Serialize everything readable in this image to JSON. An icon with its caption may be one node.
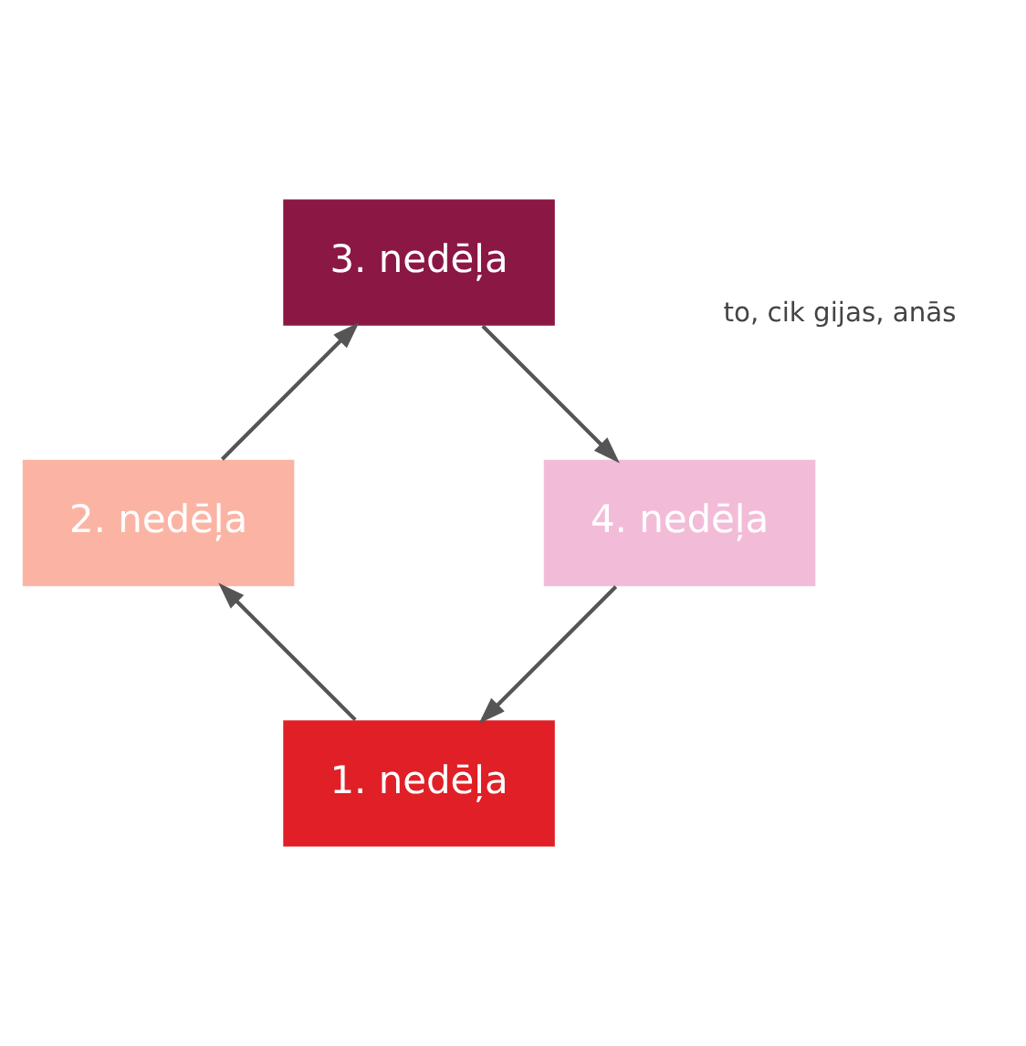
{
  "diagram": {
    "nodes": [
      {
        "text": [
          "1. nedēļa"
        ]
      },
      {
        "text": [
          "2. nedēļa"
        ]
      },
      {
        "text": [
          "3. nedēļa"
        ]
      },
      {
        "text": [
          "4. nedēļa"
        ]
      }
    ],
    "edges": [
      {
        "from": 0,
        "to": 1,
        "arrow": "to"
      },
      {
        "from": 1,
        "to": 2,
        "arrow": "to"
      },
      {
        "from": 2,
        "to": 3,
        "arrow": "to"
      },
      {
        "from": 3,
        "to": 0,
        "arrow": "to"
      }
    ],
    "labels": [
      "to, cik gijas, anās"
    ]
  }
}
